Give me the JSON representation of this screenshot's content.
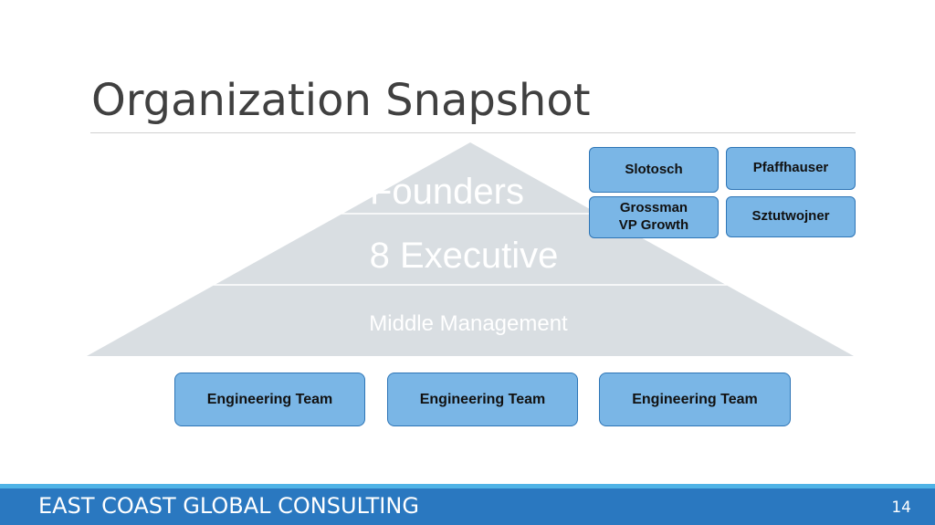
{
  "slide": {
    "title": "Organization Snapshot",
    "footer_text": "EAST COAST GLOBAL CONSULTING",
    "page_number": "14"
  },
  "pyramid": {
    "color": "#d9dee2",
    "tiers": [
      {
        "label": "Founders"
      },
      {
        "label": "8 Executive"
      },
      {
        "label": "Middle Management"
      }
    ]
  },
  "founders": [
    {
      "label": "Slotosch"
    },
    {
      "label": "Pfaffhauser"
    },
    {
      "label": "Grossman\nVP Growth"
    },
    {
      "label": "Sztutwojner"
    }
  ],
  "teams": [
    {
      "label": "Engineering Team"
    },
    {
      "label": "Engineering Team"
    },
    {
      "label": "Engineering Team"
    }
  ],
  "colors": {
    "box_fill": "#7ab6e6",
    "box_border": "#2e75b6",
    "footer": "#2a78c0",
    "footer_accent": "#4fb3e6"
  }
}
